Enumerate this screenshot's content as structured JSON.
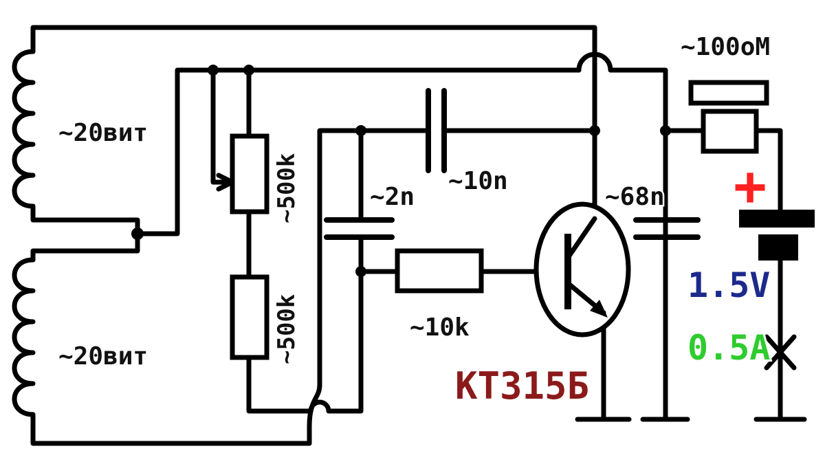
{
  "labels": {
    "coil_top": "~20вит",
    "coil_bottom": "~20вит",
    "pot_top": "~500k",
    "res_mid": "~500k",
    "cap_2n": "~2n",
    "cap_10n": "~10n",
    "cap_68n": "~68n",
    "res_10k": "~10k",
    "res_100": "~100оМ",
    "transistor": "КТ315Б",
    "voltage": "1.5V",
    "current": "0.5A",
    "plus": "+"
  },
  "colors": {
    "wire": "#000000",
    "transistor_label": "#8b1a1a",
    "voltage_label": "#1c2a8c",
    "current_label": "#2ecc2e",
    "plus_sign": "#ff2020"
  }
}
